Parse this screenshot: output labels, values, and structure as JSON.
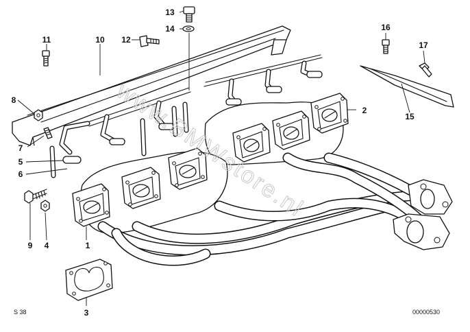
{
  "diagram": {
    "sheet_code": "S 38",
    "part_number": "00000530",
    "watermark": "www.BMWstore.nl",
    "callouts": [
      "1",
      "2",
      "3",
      "4",
      "5",
      "6",
      "7",
      "8",
      "9",
      "10",
      "11",
      "12",
      "13",
      "14",
      "15",
      "16",
      "17"
    ]
  }
}
